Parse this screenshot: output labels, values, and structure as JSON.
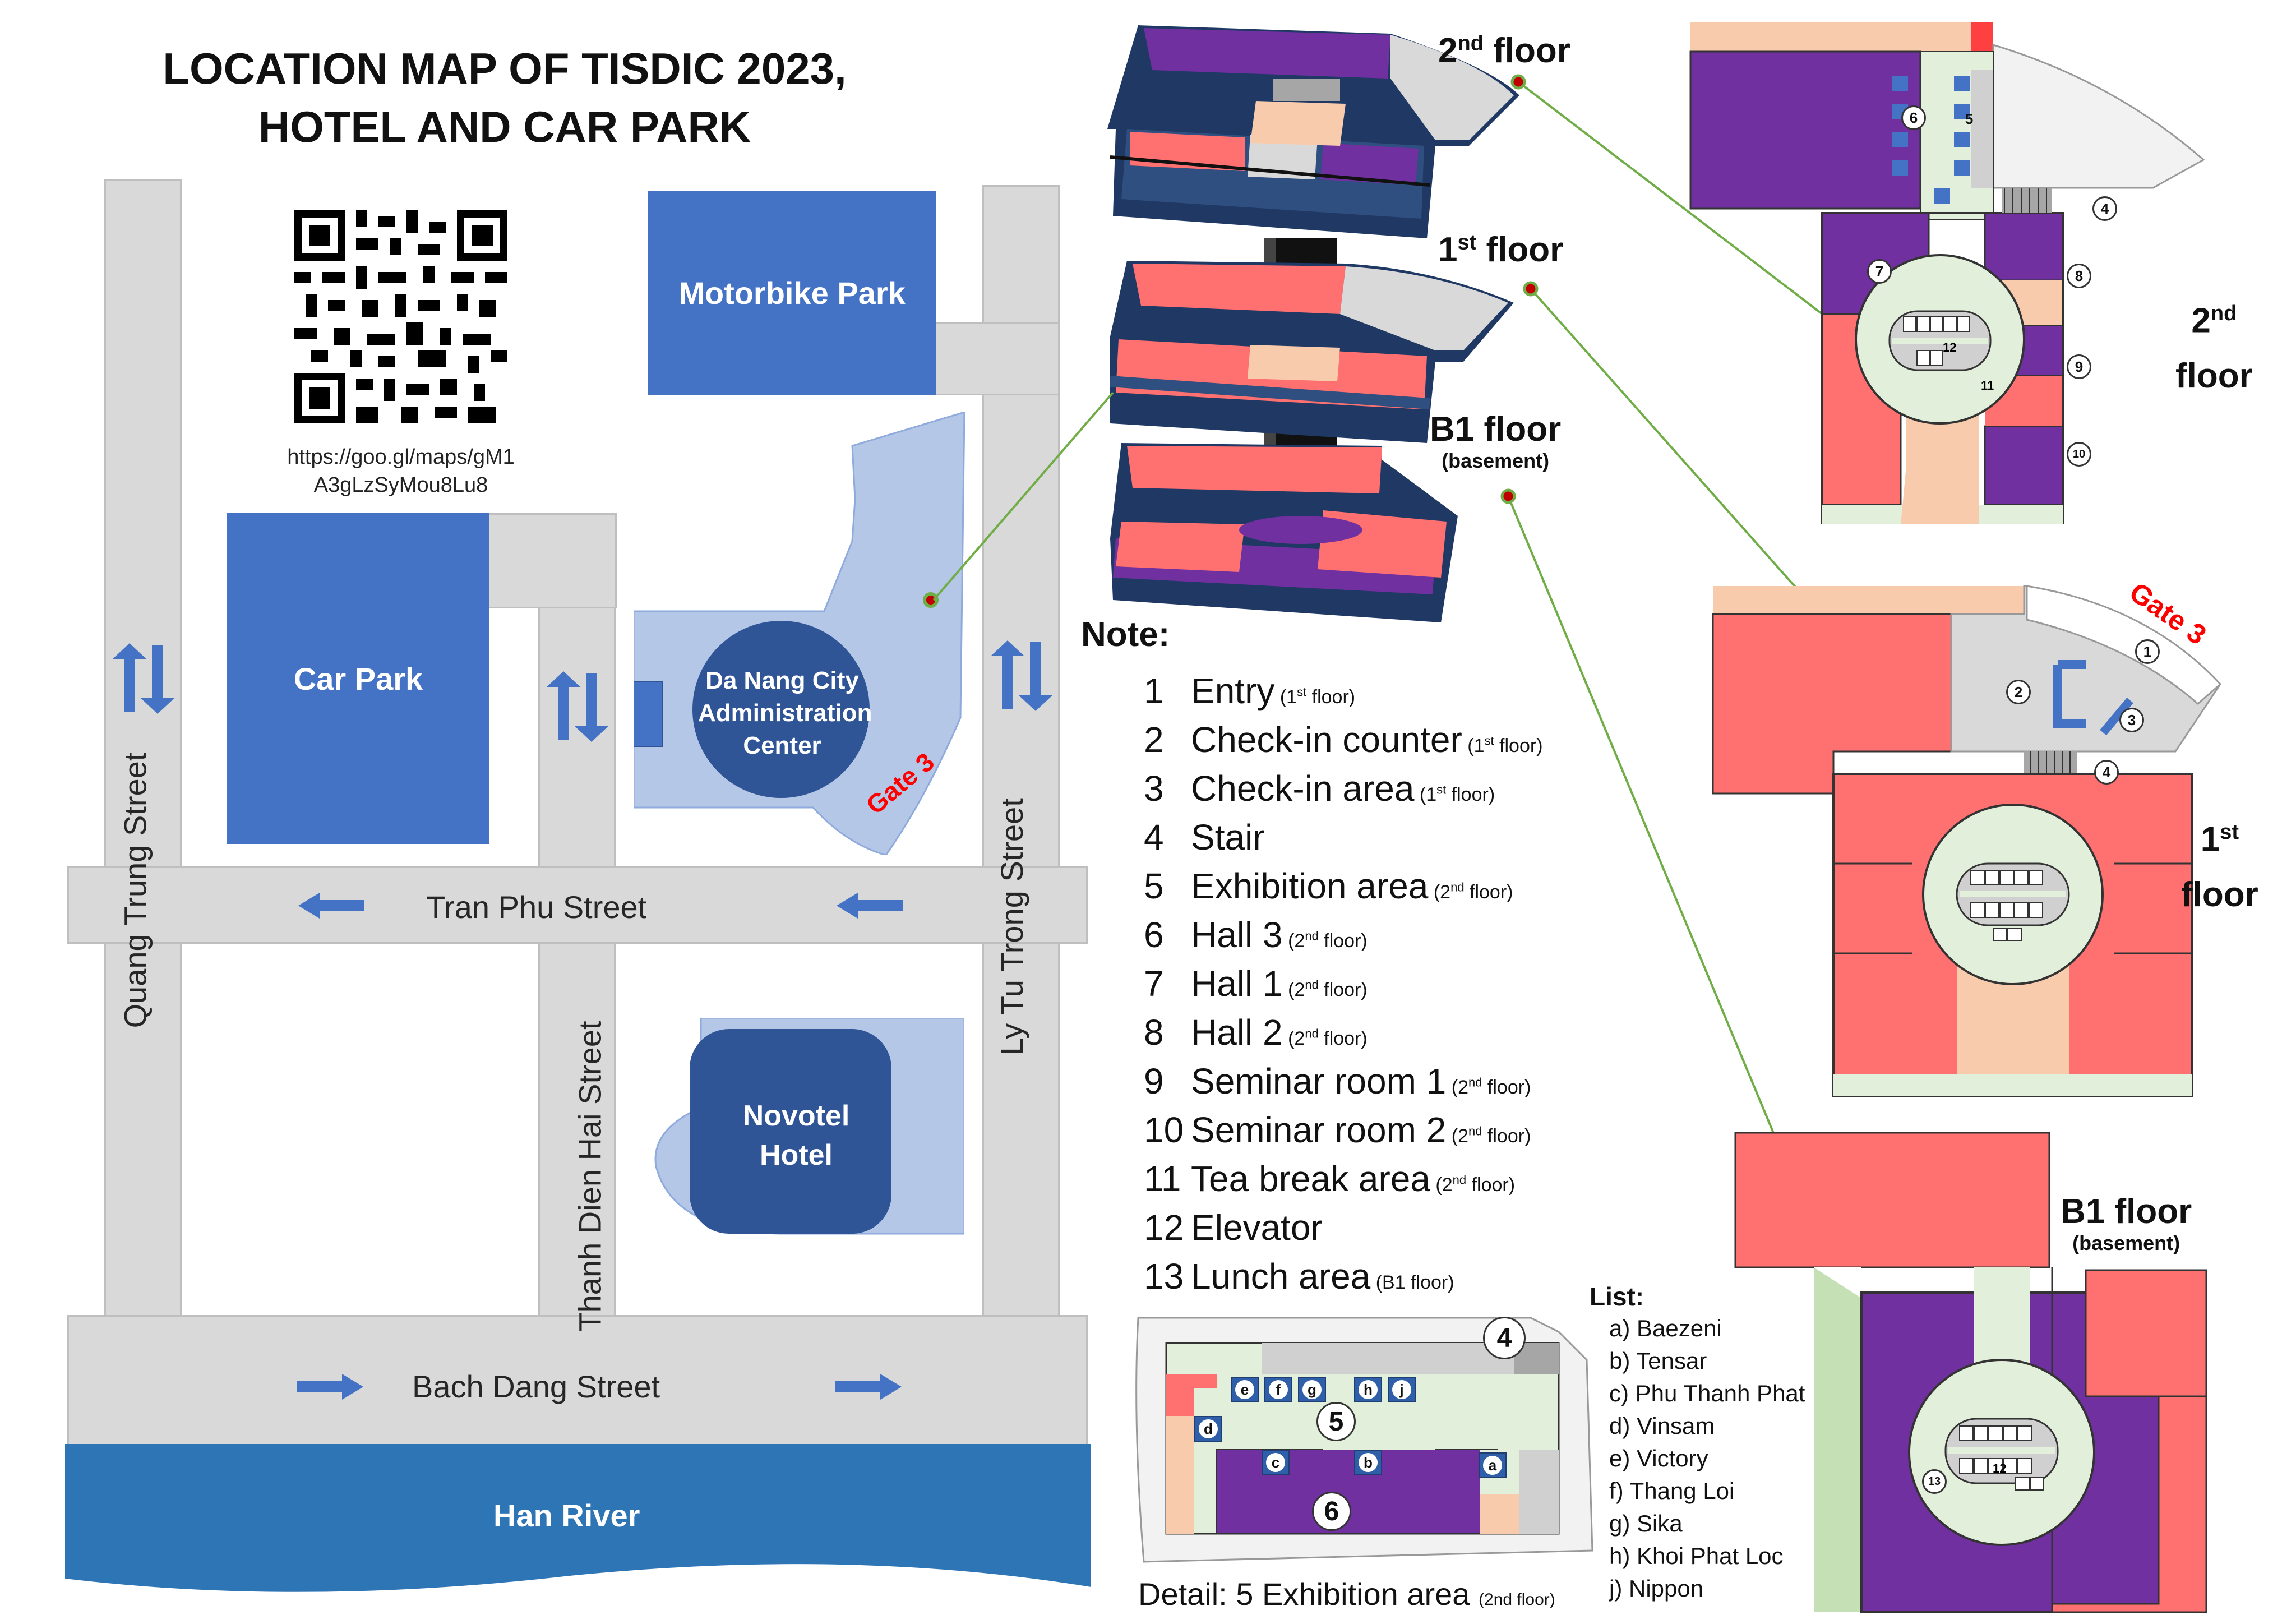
{
  "title": {
    "line1": "LOCATION MAP OF TISDIC 2023,",
    "line2": "HOTEL AND CAR PARK"
  },
  "qr": {
    "url_line1": "https://goo.gl/maps/gM1",
    "url_line2": "A3gLzSyMou8Lu8"
  },
  "places": {
    "motorbike_park": "Motorbike Park",
    "car_park": "Car Park",
    "admin_center": "Da Nang City Administration Center",
    "novotel": "Novotel Hotel",
    "han_river": "Han River",
    "gate3": "Gate 3"
  },
  "streets": {
    "tran_phu": "Tran Phu Street",
    "bach_dang": "Bach Dang Street",
    "quang_trung": "Quang Trung Street",
    "thanh_dien_hai": "Thanh Dien Hai Street",
    "ly_tu_trong": "Ly Tu Trong Street"
  },
  "floors": {
    "second": {
      "label": "2",
      "sup": "nd",
      "word": "floor"
    },
    "first": {
      "label": "1",
      "sup": "st",
      "word": "floor"
    },
    "b1": {
      "label": "B1 floor",
      "sub": "(basement)"
    }
  },
  "note": {
    "heading": "Note:",
    "items": [
      {
        "num": "1",
        "label": "Entry",
        "floor_num": "1",
        "floor_sup": "st",
        "floor_rest": " floor"
      },
      {
        "num": "2",
        "label": "Check-in counter",
        "floor_num": "1",
        "floor_sup": "st",
        "floor_rest": " floor"
      },
      {
        "num": "3",
        "label": "Check-in area",
        "floor_num": "1",
        "floor_sup": "st",
        "floor_rest": " floor"
      },
      {
        "num": "4",
        "label": "Stair",
        "floor_num": "",
        "floor_sup": "",
        "floor_rest": ""
      },
      {
        "num": "5",
        "label": "Exhibition area",
        "floor_num": "2",
        "floor_sup": "nd",
        "floor_rest": " floor"
      },
      {
        "num": "6",
        "label": "Hall 3",
        "floor_num": "2",
        "floor_sup": "nd",
        "floor_rest": " floor"
      },
      {
        "num": "7",
        "label": "Hall 1",
        "floor_num": "2",
        "floor_sup": "nd",
        "floor_rest": " floor"
      },
      {
        "num": "8",
        "label": "Hall 2",
        "floor_num": "2",
        "floor_sup": "nd",
        "floor_rest": " floor"
      },
      {
        "num": "9",
        "label": "Seminar room 1",
        "floor_num": "2",
        "floor_sup": "nd",
        "floor_rest": " floor"
      },
      {
        "num": "10",
        "label": "Seminar room 2",
        "floor_num": "2",
        "floor_sup": "nd",
        "floor_rest": " floor"
      },
      {
        "num": "11",
        "label": "Tea break area",
        "floor_num": "2",
        "floor_sup": "nd",
        "floor_rest": " floor"
      },
      {
        "num": "12",
        "label": "Elevator",
        "floor_num": "",
        "floor_sup": "",
        "floor_rest": ""
      },
      {
        "num": "13",
        "label": "Lunch area",
        "floor_num": "B1",
        "floor_sup": "",
        "floor_rest": " floor"
      }
    ]
  },
  "list": {
    "heading": "List:",
    "items": [
      "a) Baezeni",
      "b) Tensar",
      "c) Phu Thanh Phat",
      "d) Vinsam",
      "e) Victory",
      "f) Thang Loi",
      "g) Sika",
      "h) Khoi Phat Loc",
      "j) Nippon"
    ]
  },
  "detail": {
    "caption": "Detail: 5 Exhibition area",
    "caption_small": "(2nd floor)"
  },
  "booths": [
    "e",
    "f",
    "g",
    "h",
    "j",
    "d",
    "c",
    "b",
    "a"
  ],
  "colors": {
    "road": "#d9d9d9",
    "building": "#4472c4",
    "admin": "#2f5597",
    "river": "#2e75b6",
    "hall": "#7030a0",
    "room": "#ff7070",
    "corridor": "#e2efda",
    "beige": "#f8cbad",
    "gate": "#ff0000"
  },
  "icons": [
    "up-down-arrow-icon",
    "left-arrow-icon",
    "right-arrow-icon",
    "qr-code-icon"
  ]
}
